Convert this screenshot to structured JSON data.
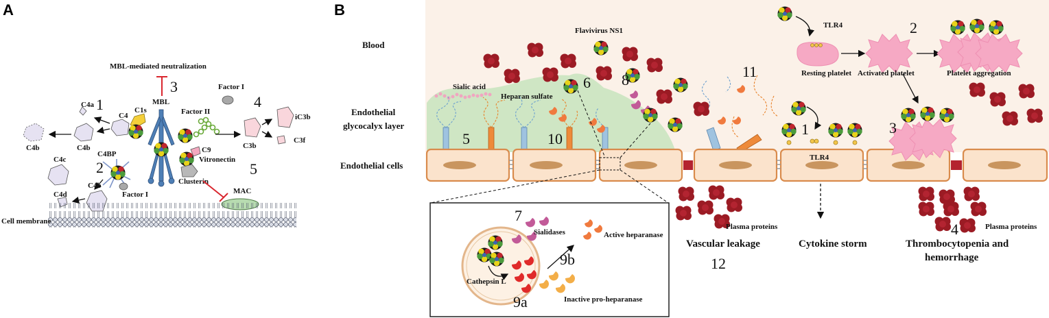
{
  "panel_a": {
    "label": "A",
    "title": "MBL-mediated neutralization",
    "numbers": [
      "1",
      "2",
      "3",
      "4",
      "5"
    ],
    "labels": {
      "c4a": "C4a",
      "c4": "C4",
      "c1s": "C1s",
      "c4b_left": "C4b",
      "c4b_mid": "C4b",
      "c4bp": "C4BP",
      "c4c": "C4c",
      "c4b_low": "C4b",
      "c4d": "C4d",
      "factor_i_low": "Factor I",
      "mbl": "MBL",
      "factor_ii": "Factor II",
      "factor_i": "Factor I",
      "c3b": "C3b",
      "ic3b": "iC3b",
      "c3f": "C3f",
      "c9": "C9",
      "vitronectin": "Vitronectin",
      "clusterin": "Clusterin",
      "mac": "MAC",
      "cell_membrane": "Cell membrane"
    }
  },
  "panel_b": {
    "label": "B",
    "regions": {
      "blood": "Blood",
      "glycocalyx_line1": "Endothelial",
      "glycocalyx_line2": "glycocalyx layer",
      "endothelial_cells": "Endothelial cells"
    },
    "labels": {
      "ns1": "Flavivirus NS1",
      "sialic_acid": "Sialic acid",
      "heparan_sulfate": "Heparan sulfate",
      "tlr4_top": "TLR4",
      "resting_platelet": "Resting platelet",
      "activated_platelet": "Activated platelet",
      "platelet_aggregation": "Platelet aggregation",
      "tlr4_cell": "TLR4",
      "plasma_proteins_left": "Plasma proteins",
      "plasma_proteins_right": "Plasma proteins",
      "vascular_leakage": "Vascular leakage",
      "cytokine_storm": "Cytokine storm",
      "thrombo_line1": "Thrombocytopenia and",
      "thrombo_line2": "hemorrhage",
      "sialidases": "Sialidases",
      "active_heparanase": "Active heparanase",
      "cathepsin_l": "Cathepsin L",
      "inactive_proheparanase": "Inactive pro-heparanase"
    },
    "numbers": {
      "n1": "1",
      "n2": "2",
      "n3": "3",
      "n4": "4",
      "n5": "5",
      "n6": "6",
      "n7": "7",
      "n8": "8",
      "n9a": "9a",
      "n9b": "9b",
      "n10": "10",
      "n11": "11",
      "n12": "12"
    }
  },
  "colors": {
    "blood_bg": "#fbf1e8",
    "glycocalyx": "#cfe6c4",
    "cell_fill": "#fbe3cc",
    "cell_border": "#d98b4c",
    "nucleus": "#c9955f",
    "rbc": "#9b1b24",
    "platelet": "#f6a9c4",
    "ns1_yellow": "#e8d21a",
    "ns1_red": "#c0262e",
    "ns1_blue": "#3d64b3",
    "ns1_green": "#4b9b3c",
    "inhibit_red": "#d9262e"
  }
}
